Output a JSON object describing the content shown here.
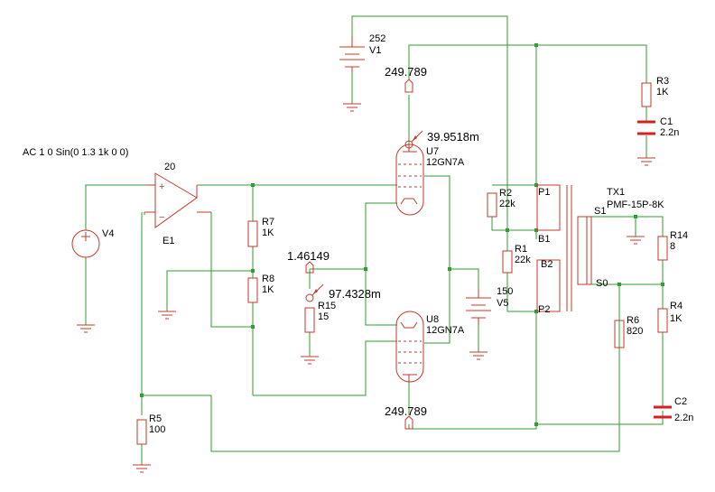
{
  "source": {
    "spec": "AC 1 0 Sin(0 1.3 1k 0 0)"
  },
  "components": {
    "v1": {
      "ref": "V1",
      "value": "252"
    },
    "v4": {
      "ref": "V4"
    },
    "v5": {
      "ref": "V5",
      "value": "150"
    },
    "e1": {
      "ref": "E1",
      "gain": "20"
    },
    "r1": {
      "ref": "R1",
      "value": "22k"
    },
    "r2": {
      "ref": "R2",
      "value": "22k"
    },
    "r3": {
      "ref": "R3",
      "value": "1K"
    },
    "r4": {
      "ref": "R4",
      "value": "1K"
    },
    "r5": {
      "ref": "R5",
      "value": "100"
    },
    "r6": {
      "ref": "R6",
      "value": "820"
    },
    "r7": {
      "ref": "R7",
      "value": "1K"
    },
    "r8": {
      "ref": "R8",
      "value": "1K"
    },
    "r14": {
      "ref": "R14",
      "value": "8"
    },
    "r15": {
      "ref": "R15",
      "value": "15"
    },
    "c1": {
      "ref": "C1",
      "value": "2.2n"
    },
    "c2": {
      "ref": "C2",
      "value": "2.2n"
    },
    "u7": {
      "ref": "U7",
      "model": "12GN7A"
    },
    "u8": {
      "ref": "U8",
      "model": "12GN7A"
    },
    "tx1": {
      "ref": "TX1",
      "model": "PMF-15P-8K",
      "pins": {
        "p1": "P1",
        "b1": "B1",
        "b2": "B2",
        "p2": "P2",
        "s1": "S1",
        "s0": "S0"
      }
    }
  },
  "probes": {
    "plate_top_voltage": "249.789",
    "plate_top_current": "39.9518m",
    "cathode_voltage": "1.46149",
    "cathode_current": "97.4328m",
    "plate_bottom_voltage": "249.789"
  },
  "colors": {
    "wire": "#2e9e2e",
    "component": "#c0392b",
    "capacitor": "#d62020"
  }
}
